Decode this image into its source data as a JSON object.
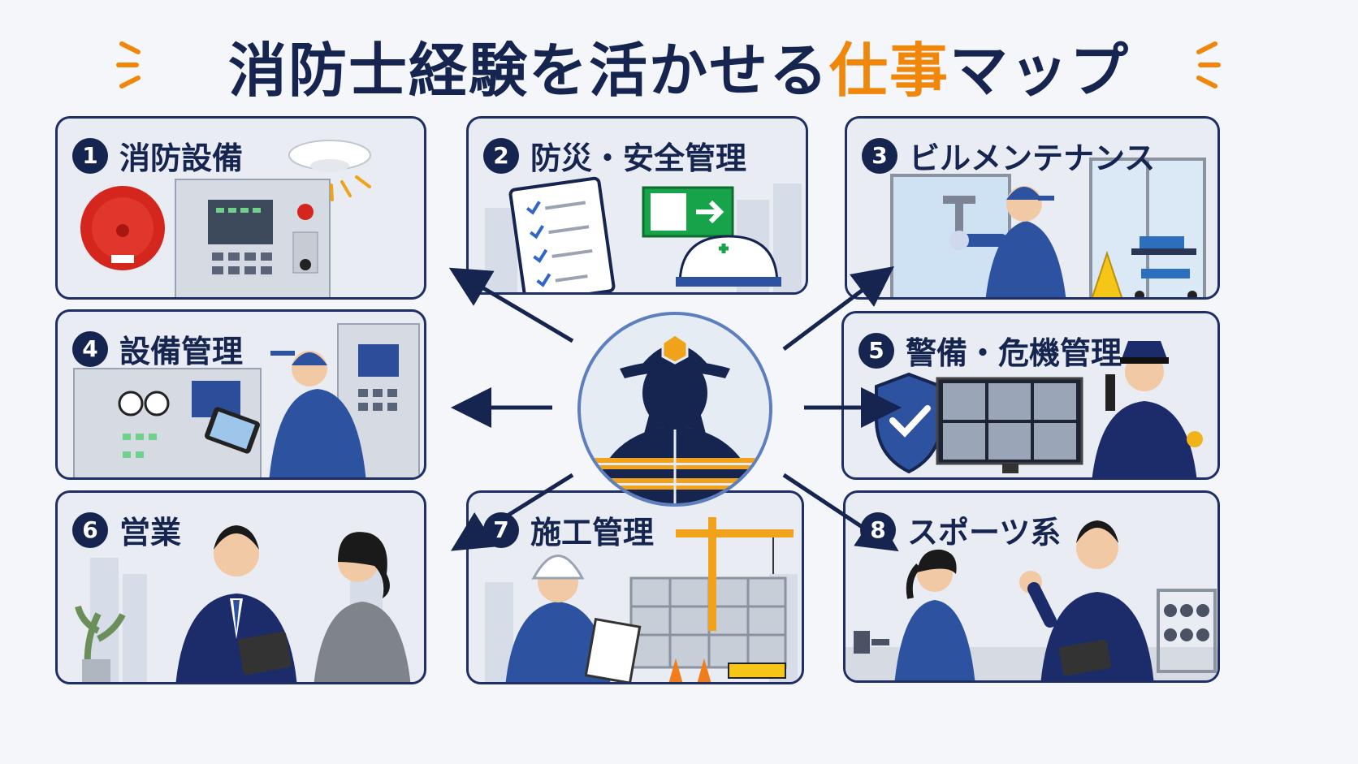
{
  "title": {
    "main": "消防士経験を活かせる",
    "highlight": "仕事",
    "tail": "マップ"
  },
  "colors": {
    "navy": "#16254f",
    "accent": "#f0870a",
    "card_border": "#1f2f66"
  },
  "cards": [
    {
      "num": "1",
      "label": "消防設備"
    },
    {
      "num": "2",
      "label": "防災・安全管理"
    },
    {
      "num": "3",
      "label": "ビルメンテナンス"
    },
    {
      "num": "4",
      "label": "設備管理"
    },
    {
      "num": "5",
      "label": "警備・危機管理"
    },
    {
      "num": "6",
      "label": "営業"
    },
    {
      "num": "7",
      "label": "施工管理"
    },
    {
      "num": "8",
      "label": "スポーツ系"
    }
  ],
  "icons": {
    "center": "firefighter-silhouette-icon"
  }
}
